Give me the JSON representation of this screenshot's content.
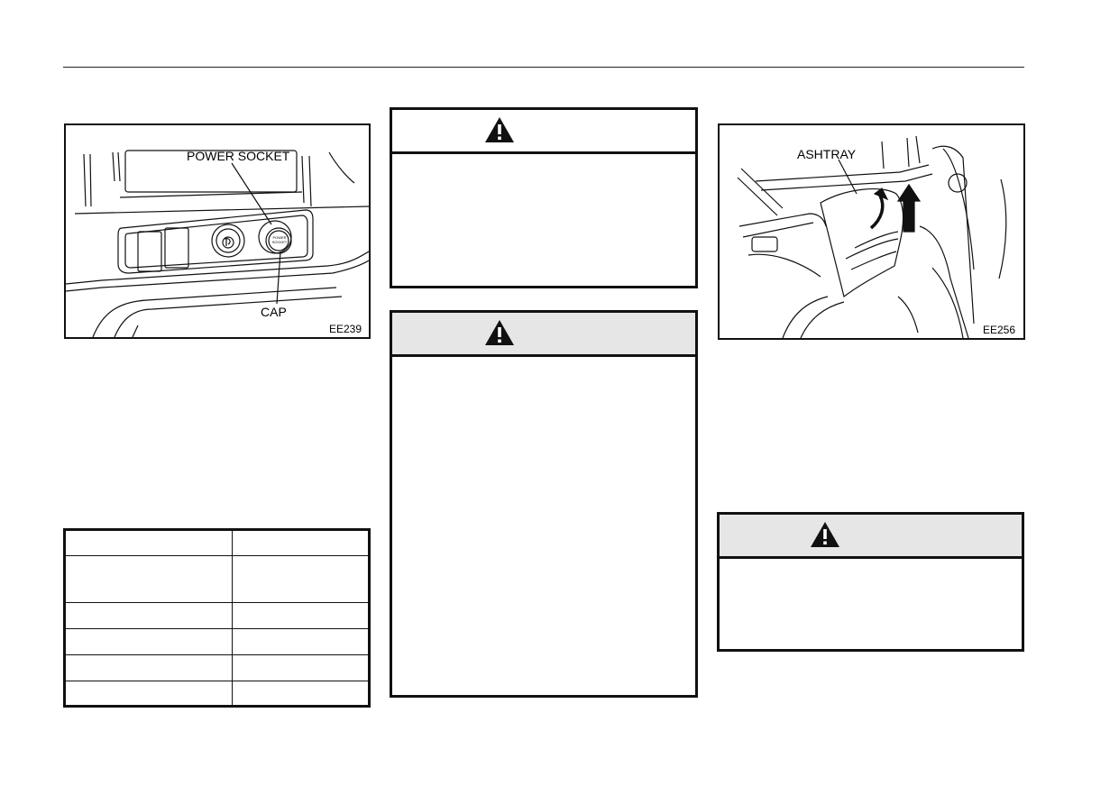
{
  "figures": {
    "power_socket": {
      "label_power_socket": "POWER SOCKET",
      "label_cap": "CAP",
      "label_socket_face": "POWER SOCKET",
      "code": "EE239"
    },
    "ashtray": {
      "label_ashtray": "ASHTRAY",
      "code": "EE256"
    }
  },
  "warnings": [
    {
      "icon": "warning-triangle-icon",
      "header_shaded": false
    },
    {
      "icon": "warning-triangle-icon",
      "header_shaded": true
    },
    {
      "icon": "warning-triangle-icon",
      "header_shaded": true
    }
  ],
  "spec_table": {
    "rows": [
      [
        "",
        ""
      ],
      [
        "",
        ""
      ],
      [
        "",
        ""
      ],
      [
        "",
        ""
      ],
      [
        "",
        ""
      ],
      [
        "",
        ""
      ]
    ]
  },
  "colors": {
    "line": "#111111",
    "header_shade": "#e6e6e6"
  }
}
